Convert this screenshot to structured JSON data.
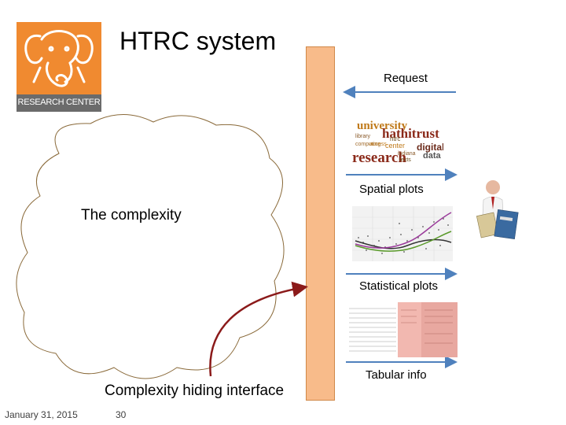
{
  "slide": {
    "title": "HTRC system",
    "cloud_label": "The complexity",
    "interface_label": "Complexity hiding interface",
    "footer_date": "January 31, 2015",
    "footer_page": "30"
  },
  "logo": {
    "text": "RESEARCH CENTER",
    "icon": "elephant-icon",
    "color": "#f08a30"
  },
  "arrows": {
    "request": "Request",
    "spatial": "Spatial plots",
    "statistical": "Statistical plots",
    "tabular": "Tabular info"
  },
  "word_cloud": {
    "words": [
      "university",
      "hathitrust",
      "research",
      "digital",
      "data",
      "center",
      "htrc",
      "library",
      "computing",
      "indiana",
      "texts",
      "access"
    ]
  },
  "colors": {
    "arrow_blue": "#4f81bd",
    "curve_red": "#8b1a1a",
    "bar_fill": "#f8bb8a",
    "cloud_stroke": "#8a6a3a"
  }
}
